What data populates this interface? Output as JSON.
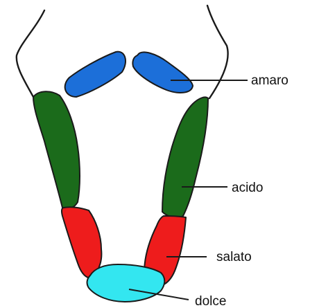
{
  "diagram": {
    "labels": {
      "bitter": "amaro",
      "sour": "acido",
      "salty": "salato",
      "sweet": "dolce"
    },
    "colors": {
      "bitter": "#1c6fd9",
      "sour": "#1b6b1b",
      "salty": "#ee1c1c",
      "sweet": "#33e6f0",
      "outline": "#1a1a1a"
    }
  }
}
